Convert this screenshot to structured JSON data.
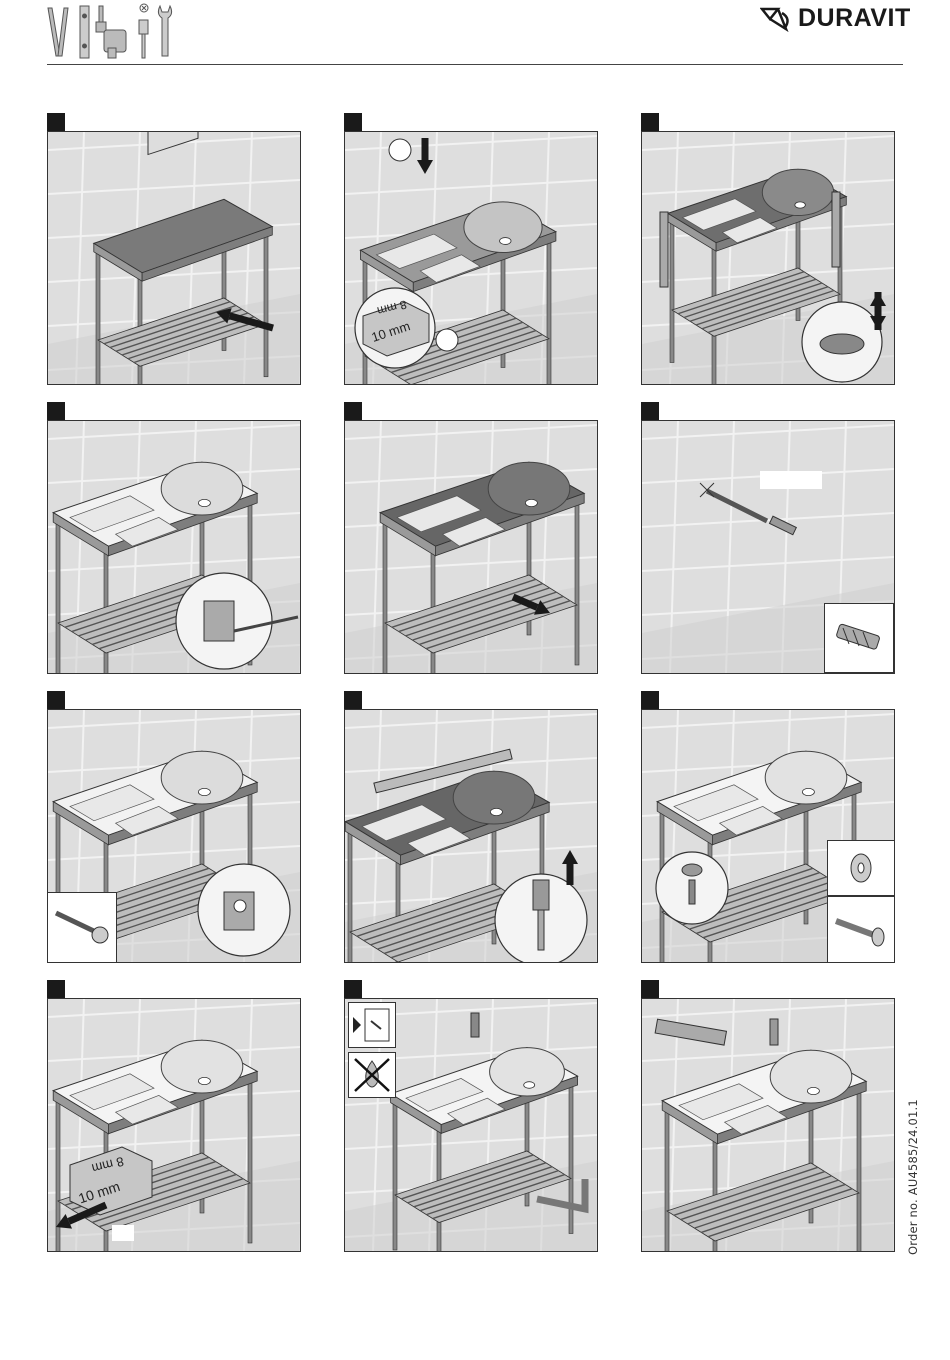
{
  "header": {
    "brand": "DURAVIT",
    "tool_icons": [
      "pencil-icon",
      "level-icon",
      "drill-icon",
      "screwdriver-icon",
      "wrench-icon"
    ]
  },
  "panels": [
    {
      "id": 1,
      "scene": "frame-placement",
      "arrow": "push-left"
    },
    {
      "id": 2,
      "scene": "basin-onto-frame",
      "labels": [
        "8 mm",
        "10 mm"
      ]
    },
    {
      "id": 3,
      "scene": "level-adjust-feet"
    },
    {
      "id": 4,
      "scene": "mark-drill-holes"
    },
    {
      "id": 5,
      "scene": "remove-unit",
      "arrow": "pull-right"
    },
    {
      "id": 6,
      "scene": "wall-anchors"
    },
    {
      "id": 7,
      "scene": "screw-bracket"
    },
    {
      "id": 8,
      "scene": "fix-basin-bolts"
    },
    {
      "id": 9,
      "scene": "washers-bolts"
    },
    {
      "id": 10,
      "scene": "spacer-remove",
      "labels": [
        "8 mm",
        "10 mm"
      ]
    },
    {
      "id": 11,
      "scene": "tap-waste-install"
    },
    {
      "id": 12,
      "scene": "silicone-seal"
    }
  ],
  "order_number": "Order no. AU4585/24.01.1"
}
